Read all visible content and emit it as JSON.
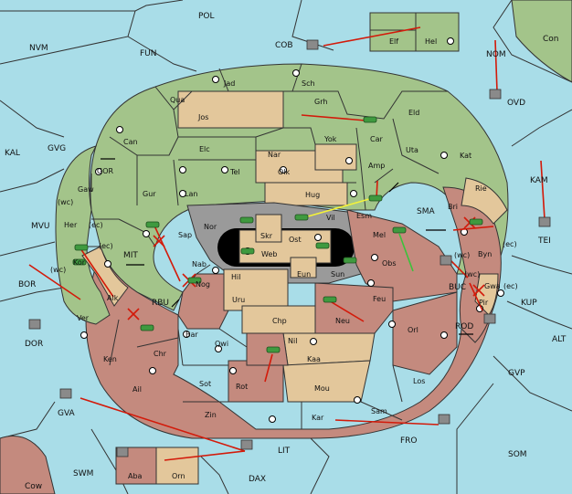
{
  "colors": {
    "sea": "#a9dde8",
    "green": "#a3c48a",
    "tan": "#e3c79b",
    "red": "#c48a7e",
    "gray": "#9a9a9a",
    "black": "#000000",
    "order_red": "#d31a0a",
    "order_yellow": "#f4f23a",
    "order_green": "#3bc23b",
    "unit_green": "#3f9a3f"
  },
  "regions": {
    "POL": "POL",
    "COB": "COB",
    "NVM": "NVM",
    "FUN": "FUN",
    "Elf": "Elf",
    "Hel": "Hel",
    "Con": "Con",
    "NOM": "NOM",
    "OVD": "OVD",
    "KAL": "KAL",
    "GVG": "GVG",
    "GOR": "GOR",
    "Jad": "Jad",
    "Sch": "Sch",
    "Qua": "Qua",
    "Jos": "Jos",
    "Grh": "Grh",
    "Eld": "Eld",
    "Can": "Can",
    "Elc": "Elc",
    "Nar": "Nar",
    "Yok": "Yok",
    "Car": "Car",
    "Uta": "Uta",
    "Kat": "Kat",
    "Gaw": "Gaw",
    "wc": "(wc)",
    "ec": "(ec)",
    "Tel": "Tel",
    "Olk": "Olk",
    "Amp": "Amp",
    "KAM": "KAM",
    "Gur": "Gur",
    "Lan": "Lan",
    "Hug": "Hug",
    "Rie": "Rie",
    "MVU": "MVU",
    "Her": "Her",
    "Vil": "Vil",
    "Esm": "Esm",
    "SMA": "SMA",
    "Bri": "Bri",
    "TEI": "TEI",
    "Nor": "Nor",
    "Skr": "Skr",
    "Ost": "Ost",
    "Sap": "Sap",
    "Web": "Web",
    "Mel": "Mel",
    "Byn": "Byn",
    "MIT": "MIT",
    "Kor": "Kor",
    "Nab": "Nab",
    "Obs": "Obs",
    "BOR": "BOR",
    "Eun": "Eun",
    "Sun": "Sun",
    "BUC": "BUC",
    "Gwa": "Gwa",
    "Alk": "Alk",
    "Nog": "Nog",
    "Hil": "Hil",
    "KUP": "KUP",
    "RBU": "RBU",
    "Uru": "Uru",
    "Feu": "Feu",
    "Pir": "Pir",
    "Ver": "Ver",
    "DOR": "DOR",
    "Chp": "Chp",
    "Neu": "Neu",
    "ROD": "ROD",
    "Bar": "Bar",
    "Qwi": "Qwi",
    "Orl": "Orl",
    "ALT": "ALT",
    "Ken": "Ken",
    "Chr": "Chr",
    "Nil": "Nil",
    "Kaa": "Kaa",
    "GVP": "GVP",
    "Ail": "Ail",
    "Sot": "Sot",
    "Rot": "Rot",
    "Los": "Los",
    "Mou": "Mou",
    "GVA": "GVA",
    "Zin": "Zin",
    "Kar": "Kar",
    "Sam": "Sam",
    "FRO": "FRO",
    "LIT": "LIT",
    "SOM": "SOM",
    "SWM": "SWM",
    "Aba": "Aba",
    "Orn": "Orn",
    "DAX": "DAX",
    "Cow": "Cow"
  }
}
